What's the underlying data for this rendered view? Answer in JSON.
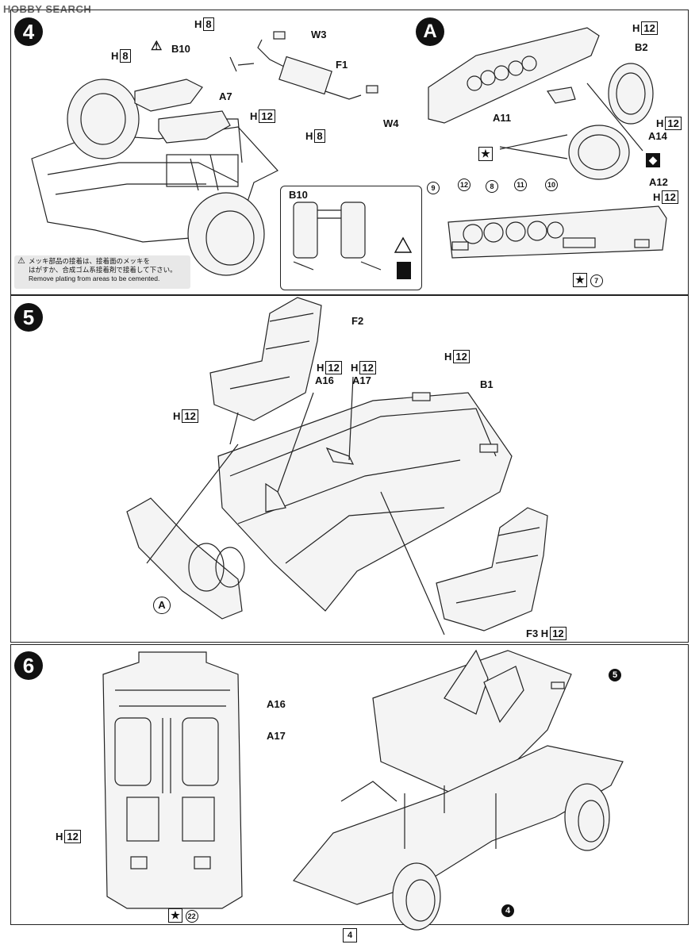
{
  "watermark": "HOBBY SEARCH",
  "page_number": "4",
  "step4": {
    "number": "4",
    "labels": {
      "h8_a": "H",
      "h8_a_num": "8",
      "b10": "B10",
      "h8_b": "H",
      "h8_b_num": "8",
      "w3": "W3",
      "a7": "A7",
      "f1": "F1",
      "h12": "H",
      "h12_num": "12",
      "h8_c": "H",
      "h8_c_num": "8",
      "w4": "W4"
    },
    "note_ja_1": "メッキ部品の接着は、接着面のメッキを",
    "note_ja_2": "はがすか、合成ゴム系接着剤で接着して下さい。",
    "note_en": "Remove plating from areas to be cemented.",
    "inset_label": "B10"
  },
  "stepA": {
    "letter": "A",
    "labels": {
      "h12_a": "H",
      "h12_a_num": "12",
      "b2": "B2",
      "a11": "A11",
      "h12_b": "H",
      "h12_b_num": "12",
      "a14": "A14",
      "a12": "A12",
      "h12_c": "H",
      "h12_c_num": "12"
    },
    "gauge_numbers": [
      "9",
      "12",
      "8",
      "11",
      "10"
    ],
    "decal_number": "7"
  },
  "step5": {
    "number": "5",
    "labels": {
      "f2": "F2",
      "h12_a": "H",
      "h12_a_num": "12",
      "h12_b": "H",
      "h12_b_num": "12",
      "h12_c": "H",
      "h12_c_num": "12",
      "a16": "A16",
      "a17": "A17",
      "b1": "B1",
      "h12_d": "H",
      "h12_d_num": "12",
      "circ_a": "A",
      "f3": "F3",
      "h12_e": "H",
      "h12_e_num": "12"
    }
  },
  "step6": {
    "number": "6",
    "labels": {
      "a16": "A16",
      "a17": "A17",
      "h12": "H",
      "h12_num": "12",
      "ref5": "5",
      "ref4": "4"
    },
    "decal_number": "22"
  }
}
